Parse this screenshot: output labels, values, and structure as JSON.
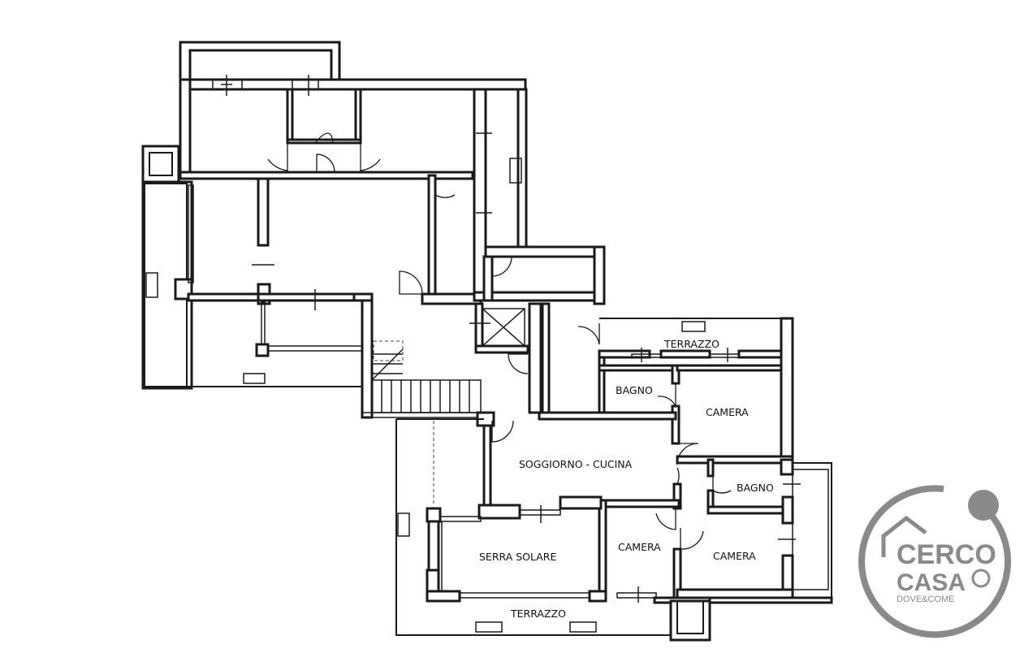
{
  "rooms": {
    "terrazzo_top": "TERRAZZO",
    "bagno_1": "BAGNO",
    "camera_1": "CAMERA",
    "soggiorno": "SOGGIORNO - CUCINA",
    "bagno_2": "BAGNO",
    "camera_2": "CAMERA",
    "camera_3": "CAMERA",
    "serra": "SERRA SOLARE",
    "terrazzo_bottom": "TERRAZZO"
  },
  "logo": {
    "line1": "CERCO",
    "line2": "CASA",
    "tagline": "DOVE&COME",
    "color": "#8a8a8a"
  }
}
